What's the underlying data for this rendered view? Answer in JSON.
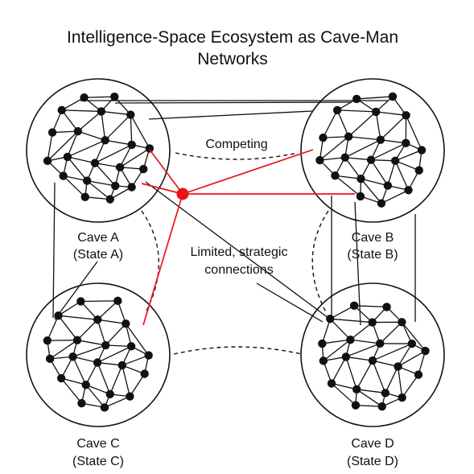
{
  "title": {
    "line1": "Intelligence-Space Ecosystem as Cave-Man",
    "line2": "Networks"
  },
  "caves": [
    {
      "id": "A",
      "name": "Cave A",
      "state": "(State A)"
    },
    {
      "id": "B",
      "name": "Cave B",
      "state": "(State B)"
    },
    {
      "id": "C",
      "name": "Cave C",
      "state": "(State C)"
    },
    {
      "id": "D",
      "name": "Cave D",
      "state": "(State D)"
    }
  ],
  "annotations": {
    "competing": "Competing",
    "limited_line1": "Limited, strategic",
    "limited_line2": "connections"
  },
  "colors": {
    "ink": "#111111",
    "hub": "#e8141a",
    "strategic_link": "#e8141a"
  }
}
